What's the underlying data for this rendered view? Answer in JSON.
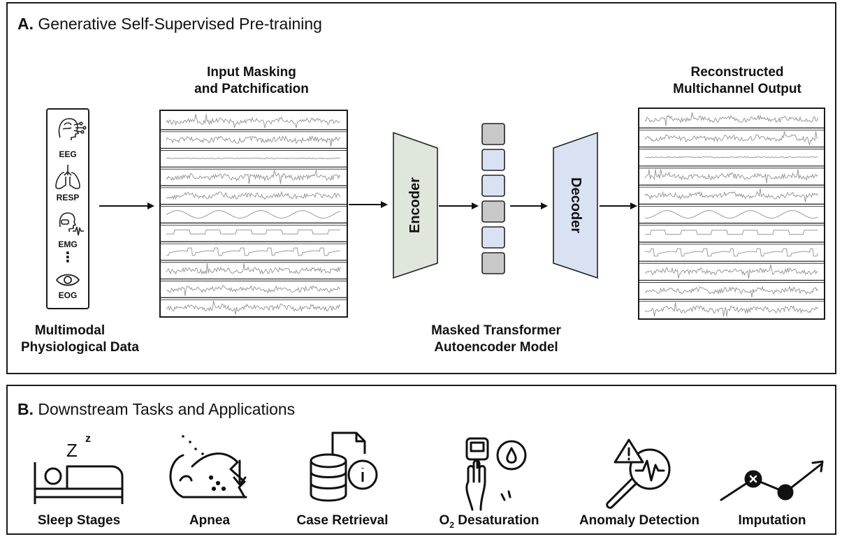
{
  "panel_a": {
    "title_prefix": "A.",
    "title_text": "Generative Self-Supervised Pre-training",
    "input_label_line1": "Multimodal",
    "input_label_line2": "Physiological Data",
    "modalities": [
      "EEG",
      "RESP",
      "EMG",
      "EOG"
    ],
    "ellipsis": "⋮",
    "masking_label_line1": "Input Masking",
    "masking_label_line2": "and Patchification",
    "encoder_label": "Encoder",
    "decoder_label": "Decoder",
    "model_label_line1": "Masked Transformer",
    "model_label_line2": "Autoencoder Model",
    "output_label_line1": "Reconstructed",
    "output_label_line2": "Multichannel Output",
    "token_states": [
      "masked",
      "visible",
      "visible",
      "masked",
      "visible",
      "masked"
    ],
    "colors": {
      "encoder_fill": "#dfe6dc",
      "decoder_fill": "#d9e2f3",
      "token_masked": "#c8c8c8",
      "token_visible": "#d9e2f3",
      "signal_stroke": "#9a9a9a"
    }
  },
  "panel_b": {
    "title_prefix": "B.",
    "title_text": "Downstream Tasks and Applications",
    "tasks": [
      {
        "label": "Sleep Stages",
        "icon": "bed-sleep-icon"
      },
      {
        "label": "Apnea",
        "icon": "apnea-face-icon"
      },
      {
        "label": "Case Retrieval",
        "icon": "database-info-icon"
      },
      {
        "label_main": "O",
        "label_sub": "2",
        "label_rest": " Desaturation",
        "icon": "pulse-oximeter-icon"
      },
      {
        "label": "Anomaly Detection",
        "icon": "magnifier-warning-icon"
      },
      {
        "label": "Imputation",
        "icon": "imputation-line-icon"
      }
    ],
    "sleep_z_big": "Z",
    "sleep_z_small": "z"
  }
}
